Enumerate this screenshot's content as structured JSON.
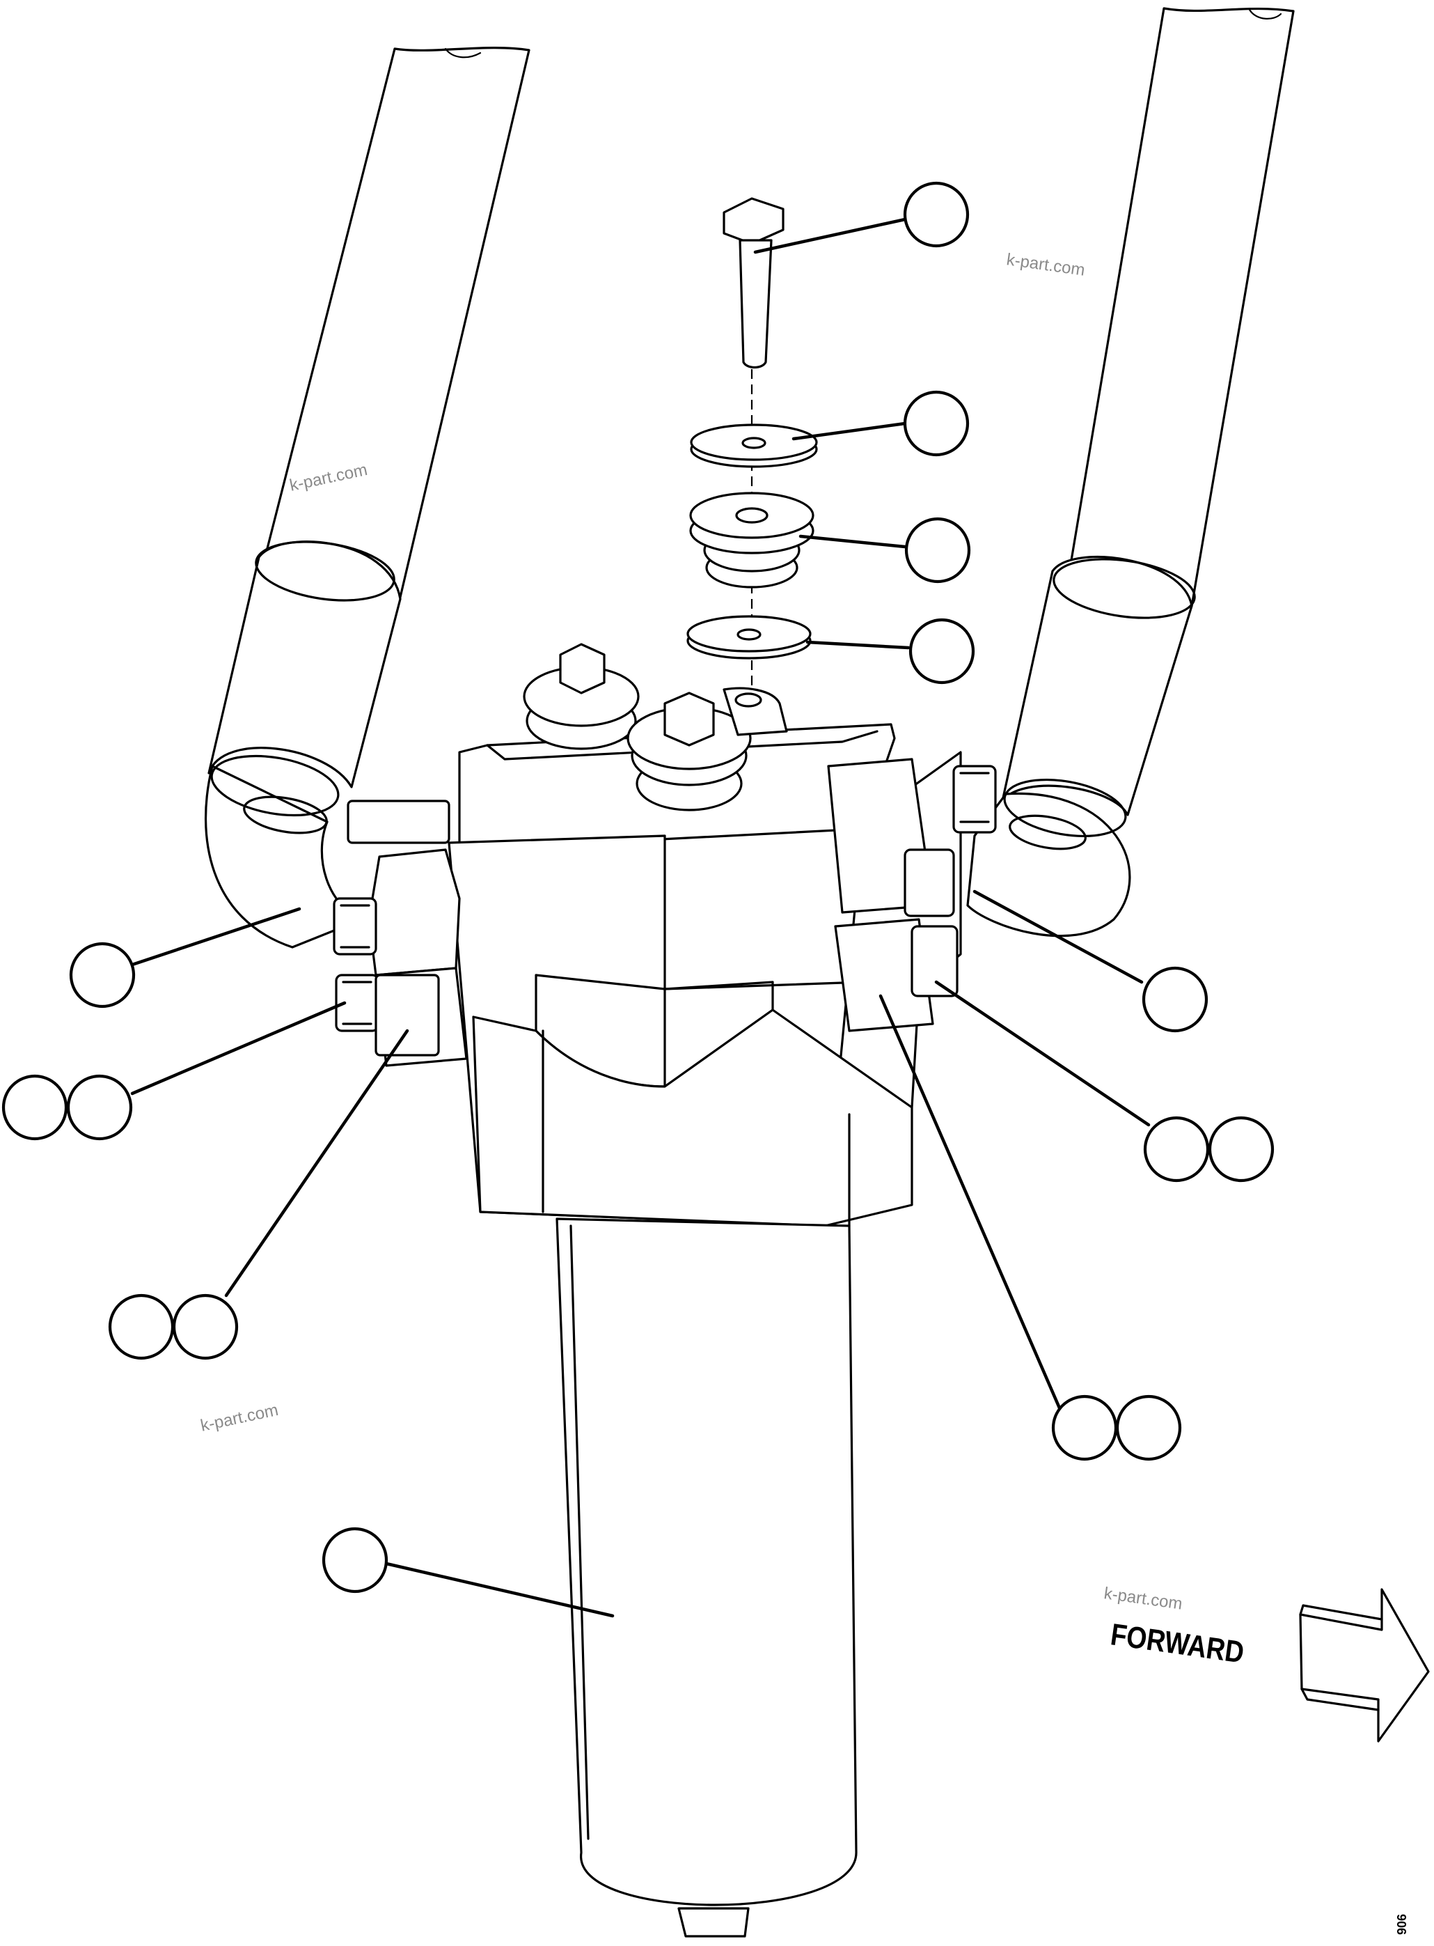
{
  "diagram": {
    "watermarks": [
      "k-part.com",
      "k-part.com",
      "k-part.com",
      "k-part.com"
    ],
    "direction_label": "FORWARD",
    "drawing_code": "906",
    "callout_bubbles": [
      {
        "id": "bolt"
      },
      {
        "id": "washer-upper"
      },
      {
        "id": "isolator-mount"
      },
      {
        "id": "washer-lower"
      },
      {
        "id": "hose-left"
      },
      {
        "id": "hose-right"
      },
      {
        "id": "flange-bolt-left-a"
      },
      {
        "id": "flange-bolt-left-b"
      },
      {
        "id": "flange-bolt-right-a"
      },
      {
        "id": "flange-bolt-right-b"
      },
      {
        "id": "split-flange-left-a"
      },
      {
        "id": "split-flange-left-b"
      },
      {
        "id": "split-flange-right-a"
      },
      {
        "id": "split-flange-right-b"
      },
      {
        "id": "filter-element"
      }
    ]
  }
}
